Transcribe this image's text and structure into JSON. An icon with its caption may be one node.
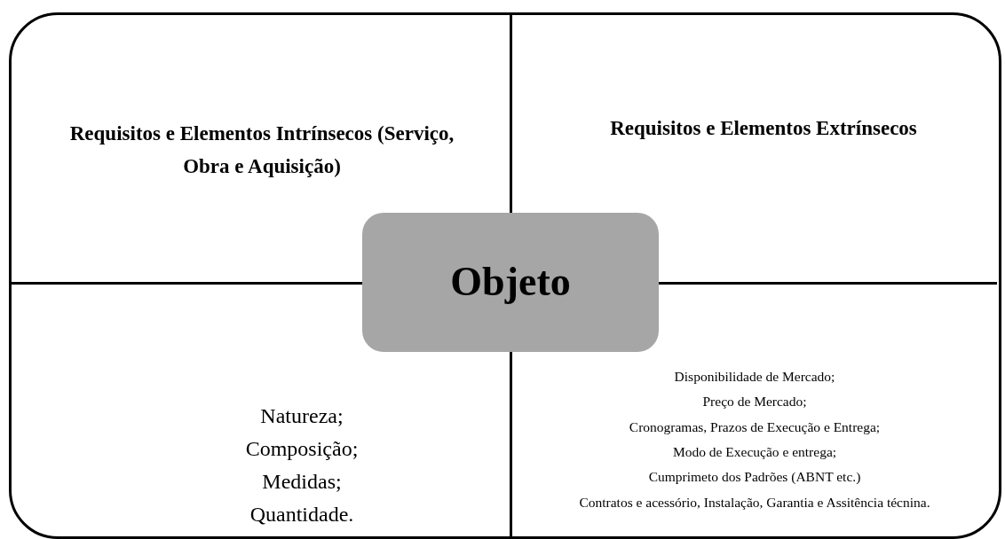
{
  "diagram": {
    "nodes": [
      {
        "text": [
          "Requisitos e Elementos Intrínsecos (Serviço, Obra e Aquisição)"
        ]
      },
      {
        "text": [
          "Requisitos e Elementos Extrínsecos"
        ]
      },
      {
        "text": [
          "Objeto"
        ]
      },
      {
        "text": [
          "Natureza;",
          "Composição;",
          "Medidas;",
          "Quantidade."
        ]
      },
      {
        "text": [
          "Disponibilidade de Mercado;",
          "Preço de Mercado;",
          "Cronogramas, Prazos de Execução e Entrega;",
          "Modo de Execução e entrega;",
          "Cumprimeto dos Padrões (ABNT etc.)",
          "Contratos e acessório, Instalação, Garantia e Assitência técnina."
        ]
      }
    ],
    "edges": []
  }
}
